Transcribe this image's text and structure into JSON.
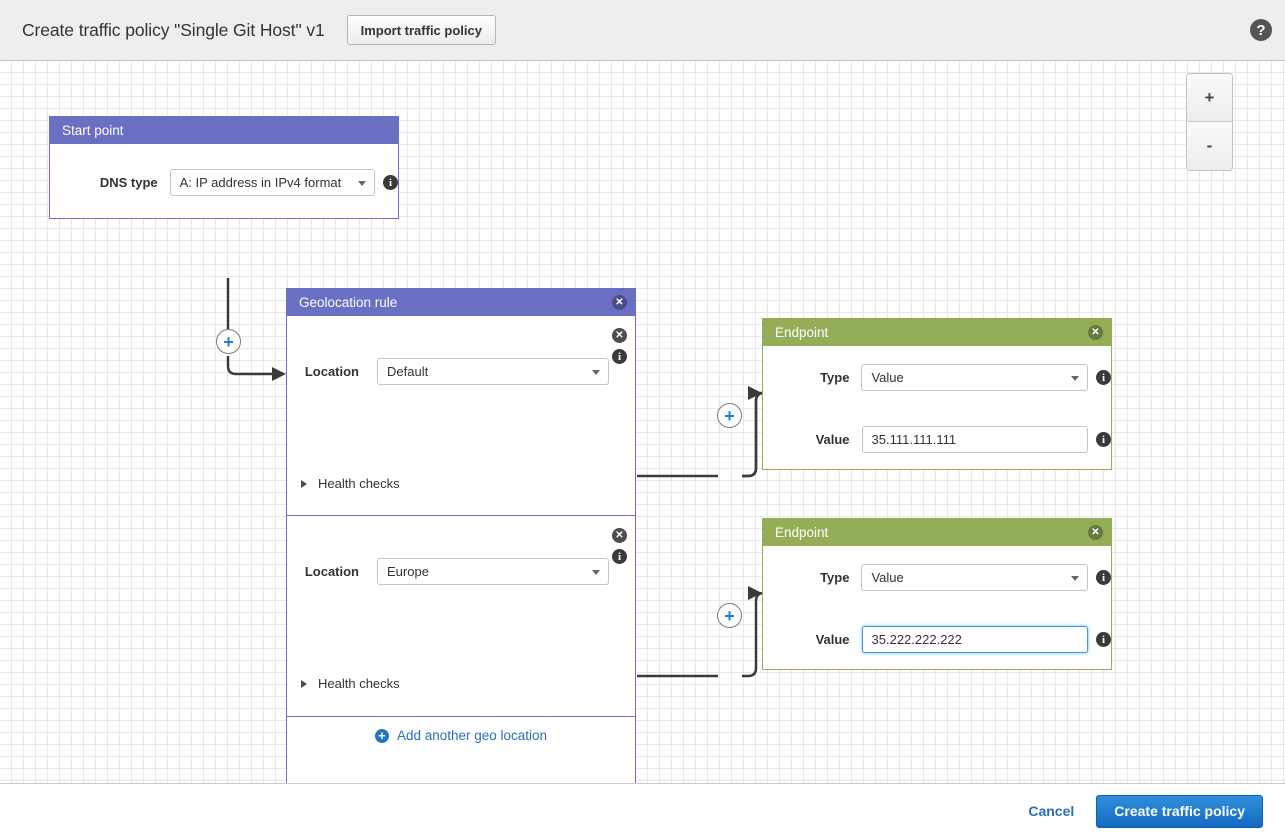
{
  "header": {
    "title": "Create traffic policy \"Single Git Host\" v1",
    "import_label": "Import traffic policy",
    "help_icon": "question-mark-circle-icon"
  },
  "zoom_controls": {
    "zoom_in_label": "+",
    "zoom_out_label": "-"
  },
  "canvas": {
    "start_point": {
      "title": "Start point",
      "dns_type_label": "DNS type",
      "dns_type_value": "A: IP address in IPv4 format",
      "info_icon": "info-icon"
    },
    "geolocation_rule": {
      "title": "Geolocation rule",
      "close_icon": "close-circle-icon",
      "add_geo_label": "Add another geo location",
      "add_geo_icon": "plus-circle-icon",
      "locations": [
        {
          "label": "Location",
          "value": "Default",
          "health_checks_label": "Health checks",
          "expander_icon": "triangle-right-icon",
          "close_icon": "close-circle-icon",
          "info_icon": "info-icon"
        },
        {
          "label": "Location",
          "value": "Europe",
          "health_checks_label": "Health checks",
          "expander_icon": "triangle-right-icon",
          "close_icon": "close-circle-icon",
          "info_icon": "info-icon"
        }
      ]
    },
    "endpoints": [
      {
        "title": "Endpoint",
        "close_icon": "close-circle-icon",
        "type_label": "Type",
        "type_value": "Value",
        "value_label": "Value",
        "value_value": "35.111.111.111",
        "focused": false
      },
      {
        "title": "Endpoint",
        "close_icon": "close-circle-icon",
        "type_label": "Type",
        "type_value": "Value",
        "value_label": "Value",
        "value_value": "35.222.222.222",
        "focused": true
      }
    ],
    "connector_plus_label": "+"
  },
  "footer": {
    "cancel_label": "Cancel",
    "create_label": "Create traffic policy"
  },
  "colors": {
    "rule_header": "#6b6fc4",
    "endpoint_header": "#94ae57",
    "primary_button": "#1669c2",
    "link": "#2a6ebb",
    "canvas_grid": "#e8e8ea"
  }
}
